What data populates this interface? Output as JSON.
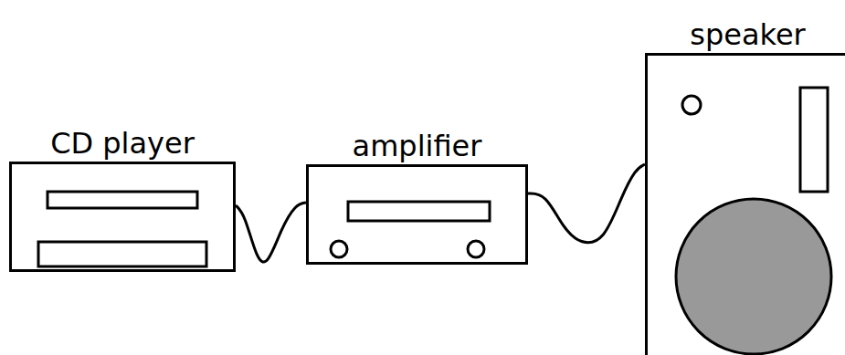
{
  "diagram": {
    "nodes": [
      {
        "text": [
          "CD player"
        ]
      },
      {
        "text": [
          "amplifier"
        ]
      },
      {
        "text": [
          "speaker"
        ]
      }
    ],
    "edges": [
      {
        "from": 0,
        "to": 1,
        "arrow": "none"
      },
      {
        "from": 1,
        "to": 2,
        "arrow": "none"
      }
    ]
  }
}
